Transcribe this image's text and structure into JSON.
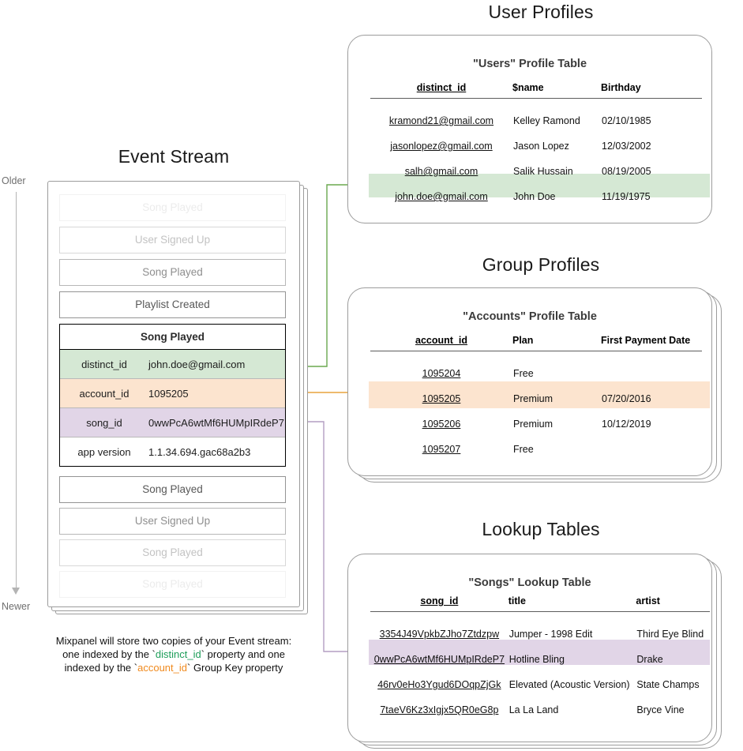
{
  "timeline": {
    "older": "Older",
    "newer": "Newer"
  },
  "event_stream": {
    "title": "Event Stream",
    "events_before": [
      {
        "label": "Song Played",
        "fade": "f05"
      },
      {
        "label": "User Signed Up",
        "fade": "f25"
      },
      {
        "label": "Song Played",
        "fade": "f60"
      },
      {
        "label": "Playlist Created",
        "fade": "f90"
      }
    ],
    "expanded_event": {
      "name": "Song Played",
      "properties": [
        {
          "key": "distinct_id",
          "value": "john.doe@gmail.com",
          "highlight": "green"
        },
        {
          "key": "account_id",
          "value": "1095205",
          "highlight": "orange"
        },
        {
          "key": "song_id",
          "value": "0wwPcA6wtMf6HUMpIRdeP7",
          "highlight": "purple"
        },
        {
          "key": "app version",
          "value": "1.1.34.694.gac68a2b3",
          "highlight": "none"
        }
      ]
    },
    "events_after": [
      {
        "label": "Song Played",
        "fade": "f90"
      },
      {
        "label": "User Signed Up",
        "fade": "f60"
      },
      {
        "label": "Song Played",
        "fade": "f25"
      },
      {
        "label": "Song Played",
        "fade": "f05"
      }
    ],
    "caption": {
      "line1": "Mixpanel will store two copies of your Event stream:",
      "line2_a": "one indexed by the `",
      "line2_token": "distinct_id",
      "line2_b": "` property and one",
      "line3_a": "indexed by the `",
      "line3_token": "account_id",
      "line3_b": "` Group Key property"
    }
  },
  "user_profiles": {
    "section_title": "User Profiles",
    "table_title": "\"Users\" Profile Table",
    "columns": [
      "distinct_id",
      "$name",
      "Birthday"
    ],
    "rows": [
      {
        "distinct_id": "kramond21@gmail.com",
        "name": "Kelley Ramond",
        "birthday": "02/10/1985",
        "highlight": "none"
      },
      {
        "distinct_id": "jasonlopez@gmail.com",
        "name": "Jason Lopez",
        "birthday": "12/03/2002",
        "highlight": "none"
      },
      {
        "distinct_id": "salh@gmail.com",
        "name": "Salik Hussain",
        "birthday": "08/19/2005",
        "highlight": "none"
      },
      {
        "distinct_id": "john.doe@gmail.com",
        "name": "John Doe",
        "birthday": "11/19/1975",
        "highlight": "green"
      }
    ]
  },
  "group_profiles": {
    "section_title": "Group Profiles",
    "table_title": "\"Accounts\" Profile Table",
    "columns": [
      "account_id",
      "Plan",
      "First Payment Date"
    ],
    "rows": [
      {
        "account_id": "1095204",
        "plan": "Free",
        "first_payment_date": "",
        "highlight": "none"
      },
      {
        "account_id": "1095205",
        "plan": "Premium",
        "first_payment_date": "07/20/2016",
        "highlight": "orange"
      },
      {
        "account_id": "1095206",
        "plan": "Premium",
        "first_payment_date": "10/12/2019",
        "highlight": "none"
      },
      {
        "account_id": "1095207",
        "plan": "Free",
        "first_payment_date": "",
        "highlight": "none"
      }
    ]
  },
  "lookup_tables": {
    "section_title": "Lookup Tables",
    "table_title": "\"Songs\" Lookup Table",
    "columns": [
      "song_id",
      "title",
      "artist"
    ],
    "rows": [
      {
        "song_id": "3354J49VpkbZJho7Ztdzpw",
        "title": "Jumper - 1998 Edit",
        "artist": "Third Eye Blind",
        "highlight": "none"
      },
      {
        "song_id": "0wwPcA6wtMf6HUMpIRdeP7",
        "title": "Hotline Bling",
        "artist": "Drake",
        "highlight": "purple"
      },
      {
        "song_id": "46rv0eHo3Ygud6DOqpZjGk",
        "title": "Elevated (Acoustic Version)",
        "artist": "State Champs",
        "highlight": "none"
      },
      {
        "song_id": "7taeV6Kz3xIgjx5QR0eG8p",
        "title": "La La Land",
        "artist": "Bryce Vine",
        "highlight": "none"
      }
    ]
  },
  "colors": {
    "green_fill": "#d5e8d4",
    "orange_fill": "#fce4cf",
    "purple_fill": "#e1d5e7",
    "green_line": "#6aa84f",
    "orange_line": "#e8a33d",
    "purple_line": "#b39ec2",
    "frame": "#9c9c9c"
  }
}
